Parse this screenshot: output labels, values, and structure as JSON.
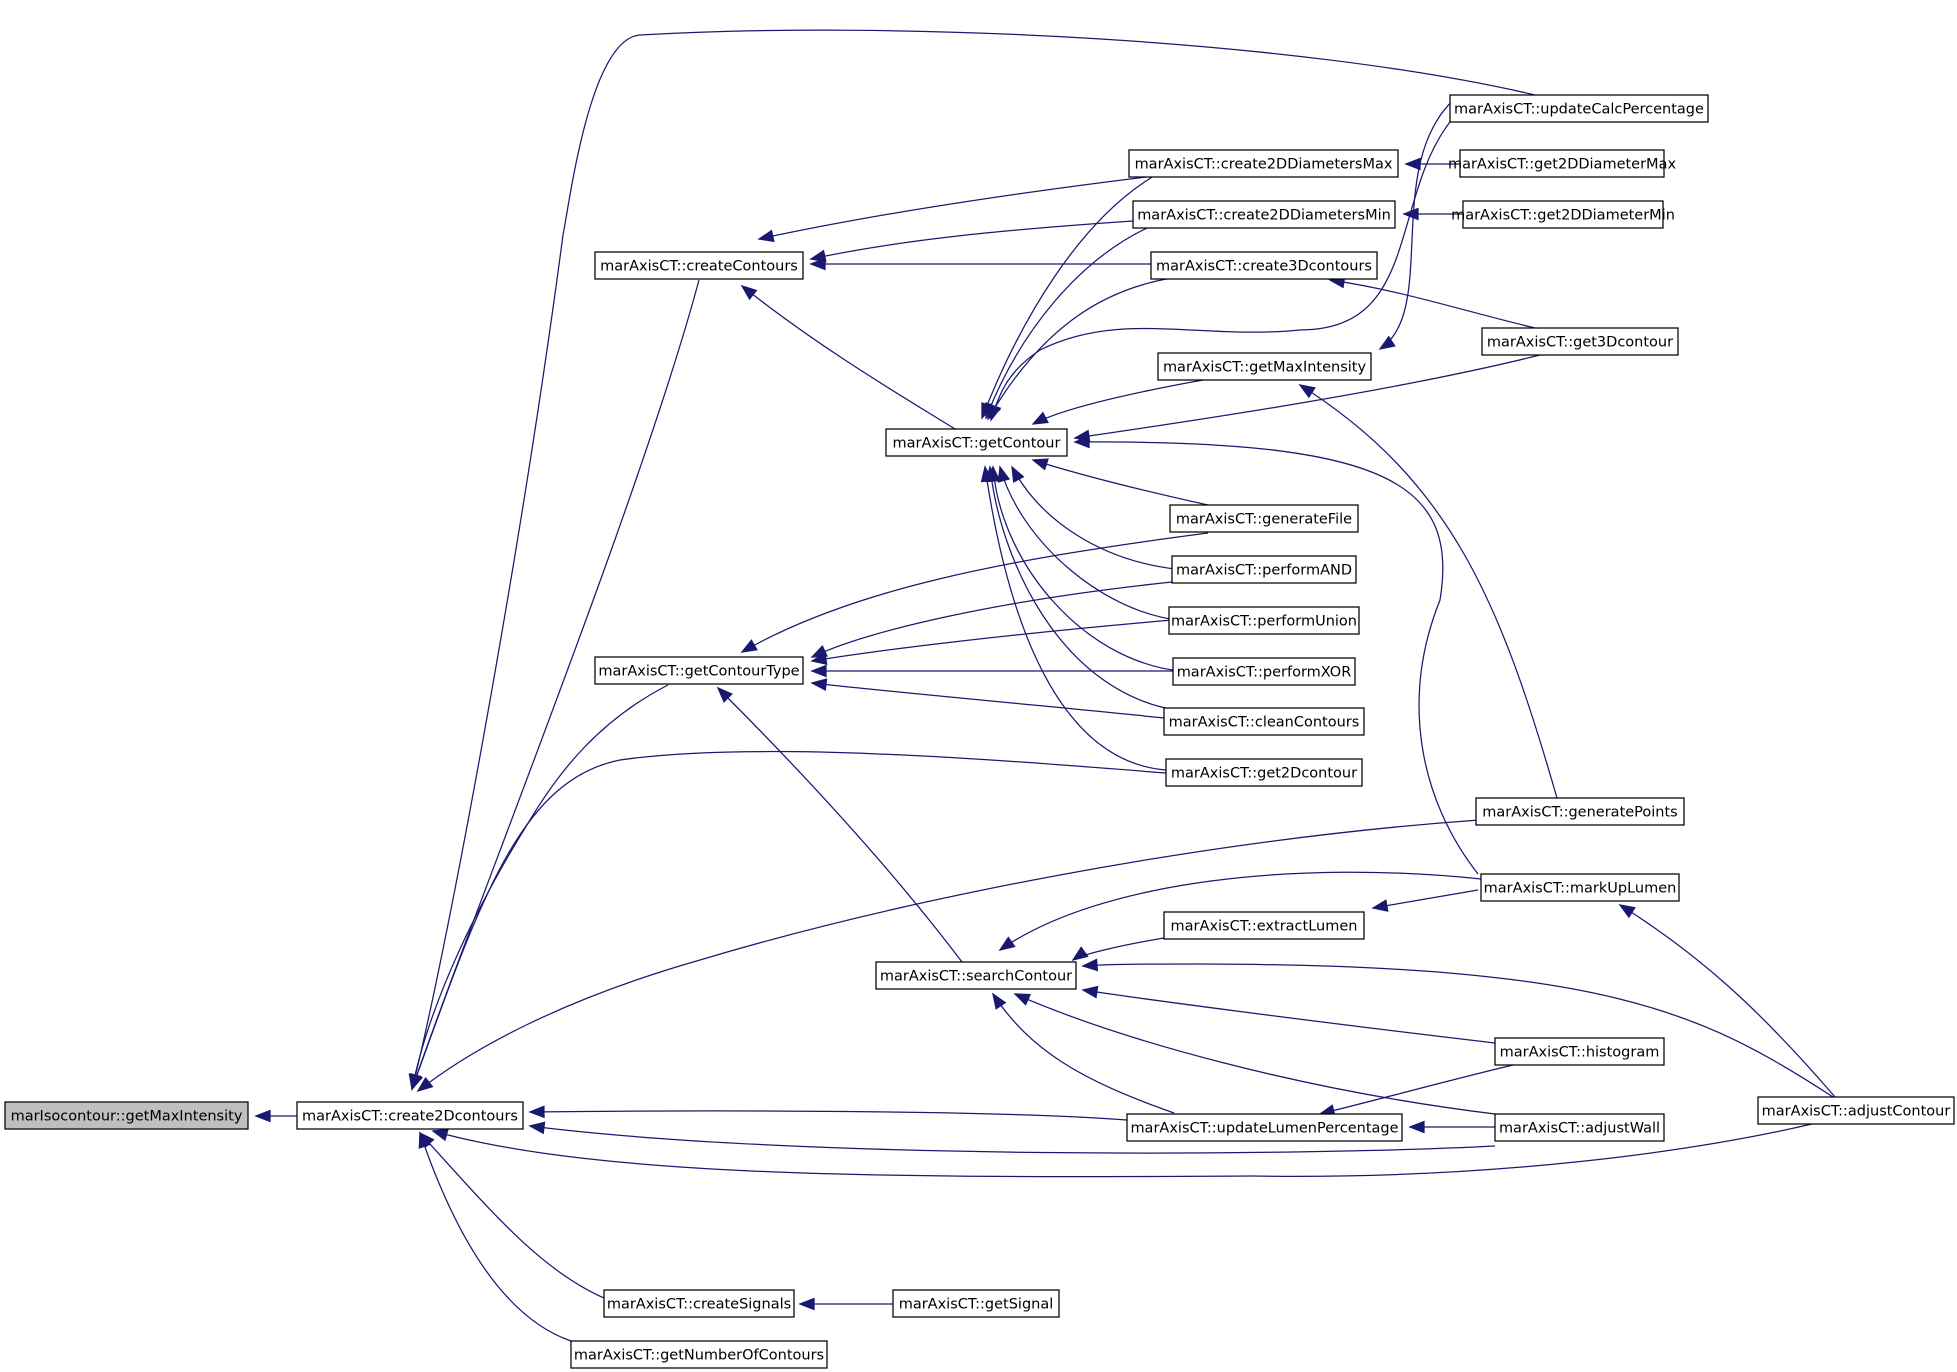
{
  "colors": {
    "edge": "#191970",
    "node_border": "#000000",
    "root_fill": "#bfbfbf",
    "node_fill": "#ffffff"
  },
  "nodes": [
    {
      "id": "n_root",
      "label": "marIsocontour::getMaxIntensity",
      "root": true
    },
    {
      "id": "n_c2d",
      "label": "marAxisCT::create2Dcontours"
    },
    {
      "id": "n_createContours",
      "label": "marAxisCT::createContours"
    },
    {
      "id": "n_getContourType",
      "label": "marAxisCT::getContourType"
    },
    {
      "id": "n_createSignals",
      "label": "marAxisCT::createSignals"
    },
    {
      "id": "n_getNumberOfContours",
      "label": "marAxisCT::getNumberOfContours"
    },
    {
      "id": "n_getContour",
      "label": "marAxisCT::getContour"
    },
    {
      "id": "n_searchContour",
      "label": "marAxisCT::searchContour"
    },
    {
      "id": "n_getSignal",
      "label": "marAxisCT::getSignal"
    },
    {
      "id": "n_c2dMax",
      "label": "marAxisCT::create2DDiametersMax"
    },
    {
      "id": "n_c2dMin",
      "label": "marAxisCT::create2DDiametersMin"
    },
    {
      "id": "n_c3d",
      "label": "marAxisCT::create3Dcontours"
    },
    {
      "id": "n_getMaxI",
      "label": "marAxisCT::getMaxIntensity"
    },
    {
      "id": "n_genFile",
      "label": "marAxisCT::generateFile"
    },
    {
      "id": "n_perfAND",
      "label": "marAxisCT::performAND"
    },
    {
      "id": "n_perfUnion",
      "label": "marAxisCT::performUnion"
    },
    {
      "id": "n_perfXOR",
      "label": "marAxisCT::performXOR"
    },
    {
      "id": "n_clean",
      "label": "marAxisCT::cleanContours"
    },
    {
      "id": "n_get2D",
      "label": "marAxisCT::get2Dcontour"
    },
    {
      "id": "n_extract",
      "label": "marAxisCT::extractLumen"
    },
    {
      "id": "n_updLumen",
      "label": "marAxisCT::updateLumenPercentage"
    },
    {
      "id": "n_updCalc",
      "label": "marAxisCT::updateCalcPercentage"
    },
    {
      "id": "n_get2DMax",
      "label": "marAxisCT::get2DDiameterMax"
    },
    {
      "id": "n_get2DMin",
      "label": "marAxisCT::get2DDiameterMin"
    },
    {
      "id": "n_get3D",
      "label": "marAxisCT::get3Dcontour"
    },
    {
      "id": "n_genPoints",
      "label": "marAxisCT::generatePoints"
    },
    {
      "id": "n_markUp",
      "label": "marAxisCT::markUpLumen"
    },
    {
      "id": "n_histo",
      "label": "marAxisCT::histogram"
    },
    {
      "id": "n_adjWall",
      "label": "marAxisCT::adjustWall"
    },
    {
      "id": "n_adjContour",
      "label": "marAxisCT::adjustContour"
    }
  ],
  "edges": [
    [
      "n_c2d",
      "n_root"
    ],
    [
      "n_updCalc",
      "n_c2d"
    ],
    [
      "n_createContours",
      "n_c2d"
    ],
    [
      "n_getContourType",
      "n_c2d"
    ],
    [
      "n_get2D",
      "n_c2d"
    ],
    [
      "n_genPoints",
      "n_c2d"
    ],
    [
      "n_updLumen",
      "n_c2d"
    ],
    [
      "n_adjWall",
      "n_c2d"
    ],
    [
      "n_adjContour",
      "n_c2d"
    ],
    [
      "n_createSignals",
      "n_c2d"
    ],
    [
      "n_getNumberOfContours",
      "n_c2d"
    ],
    [
      "n_c2dMax",
      "n_createContours"
    ],
    [
      "n_c2dMin",
      "n_createContours"
    ],
    [
      "n_c3d",
      "n_createContours"
    ],
    [
      "n_getContour",
      "n_createContours"
    ],
    [
      "n_c2dMax",
      "n_getContour"
    ],
    [
      "n_c2dMin",
      "n_getContour"
    ],
    [
      "n_c3d",
      "n_getContour"
    ],
    [
      "n_updCalc",
      "n_getContour"
    ],
    [
      "n_getMaxI",
      "n_getContour"
    ],
    [
      "n_get3D",
      "n_getContour"
    ],
    [
      "n_markUp",
      "n_getContour"
    ],
    [
      "n_genFile",
      "n_getContour"
    ],
    [
      "n_perfAND",
      "n_getContour"
    ],
    [
      "n_perfUnion",
      "n_getContour"
    ],
    [
      "n_perfXOR",
      "n_getContour"
    ],
    [
      "n_clean",
      "n_getContour"
    ],
    [
      "n_get2D",
      "n_getContour"
    ],
    [
      "n_genFile",
      "n_getContourType"
    ],
    [
      "n_perfAND",
      "n_getContourType"
    ],
    [
      "n_perfUnion",
      "n_getContourType"
    ],
    [
      "n_perfXOR",
      "n_getContourType"
    ],
    [
      "n_clean",
      "n_getContourType"
    ],
    [
      "n_searchContour",
      "n_getContourType"
    ],
    [
      "n_get2DMax",
      "n_c2dMax"
    ],
    [
      "n_get2DMin",
      "n_c2dMin"
    ],
    [
      "n_get3D",
      "n_c3d"
    ],
    [
      "n_updCalc",
      "n_getMaxI"
    ],
    [
      "n_genPoints",
      "n_getMaxI"
    ],
    [
      "n_markUp",
      "n_searchContour"
    ],
    [
      "n_extract",
      "n_searchContour"
    ],
    [
      "n_adjContour",
      "n_searchContour"
    ],
    [
      "n_histo",
      "n_searchContour"
    ],
    [
      "n_updLumen",
      "n_searchContour"
    ],
    [
      "n_adjWall",
      "n_searchContour"
    ],
    [
      "n_markUp",
      "n_extract"
    ],
    [
      "n_histo",
      "n_updLumen"
    ],
    [
      "n_adjWall",
      "n_updLumen"
    ],
    [
      "n_adjContour",
      "n_markUp"
    ],
    [
      "n_getSignal",
      "n_createSignals"
    ]
  ]
}
